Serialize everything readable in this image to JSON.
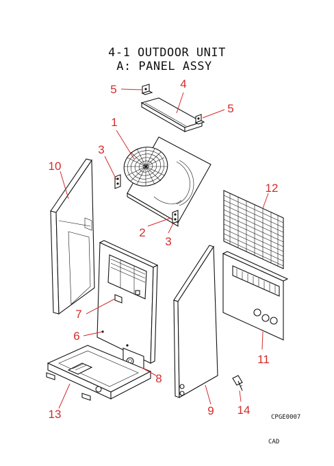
{
  "title": {
    "line1": "4-1 OUTDOOR UNIT",
    "line2": "A: PANEL ASSY"
  },
  "drawing_code": "CPGE0007",
  "footer": "CAD",
  "callouts": {
    "c1": "1",
    "c2": "2",
    "c3a": "3",
    "c3b": "3",
    "c4": "4",
    "c5a": "5",
    "c5b": "5",
    "c6": "6",
    "c7": "7",
    "c8": "8",
    "c9": "9",
    "c10": "10",
    "c11": "11",
    "c12": "12",
    "c13": "13",
    "c14": "14"
  },
  "colors": {
    "callout": "#d42a2a",
    "line": "#111111"
  }
}
